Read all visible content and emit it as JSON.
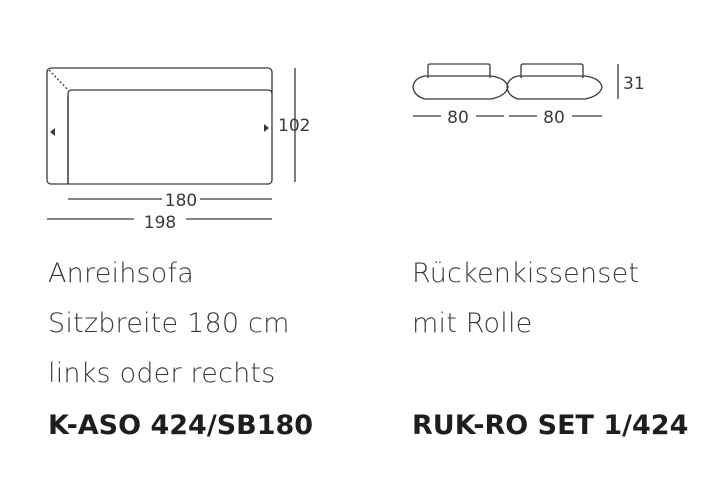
{
  "left_product": {
    "dimensions": {
      "depth": "102",
      "seat_width": "180",
      "total_width": "198"
    },
    "lines": [
      "Anreihsofa",
      "Sitzbreite 180 cm",
      "links oder rechts"
    ],
    "code": "K-ASO 424/SB180"
  },
  "right_product": {
    "dimensions": {
      "height": "31",
      "width_1": "80",
      "width_2": "80"
    },
    "lines": [
      "Rückenkissenset",
      "mit Rolle"
    ],
    "code": "RUK-RO SET 1/424"
  },
  "colors": {
    "line": "#3a3a3a",
    "code_text": "#1e1e1e"
  }
}
